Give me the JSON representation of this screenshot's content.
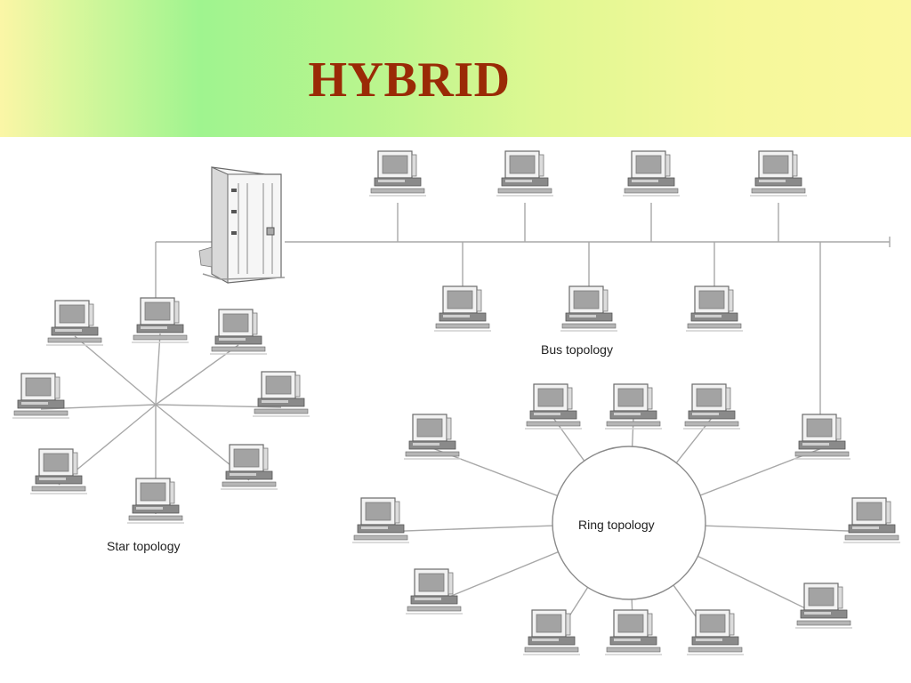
{
  "slide": {
    "title": "HYBRID"
  },
  "diagram": {
    "labels": {
      "bus": "Bus topology",
      "star": "Star topology",
      "ring": "Ring topology"
    },
    "icons": {
      "server": "server-tower-icon",
      "computer": "desktop-computer-icon"
    },
    "colors": {
      "title": "#9a2a06",
      "band_start": "#fbf6a6",
      "band_mid": "#9ff48f",
      "band_end": "#fbf8a0",
      "lines": "#a8a8a8",
      "computer_screen": "#9a9a9a"
    }
  }
}
